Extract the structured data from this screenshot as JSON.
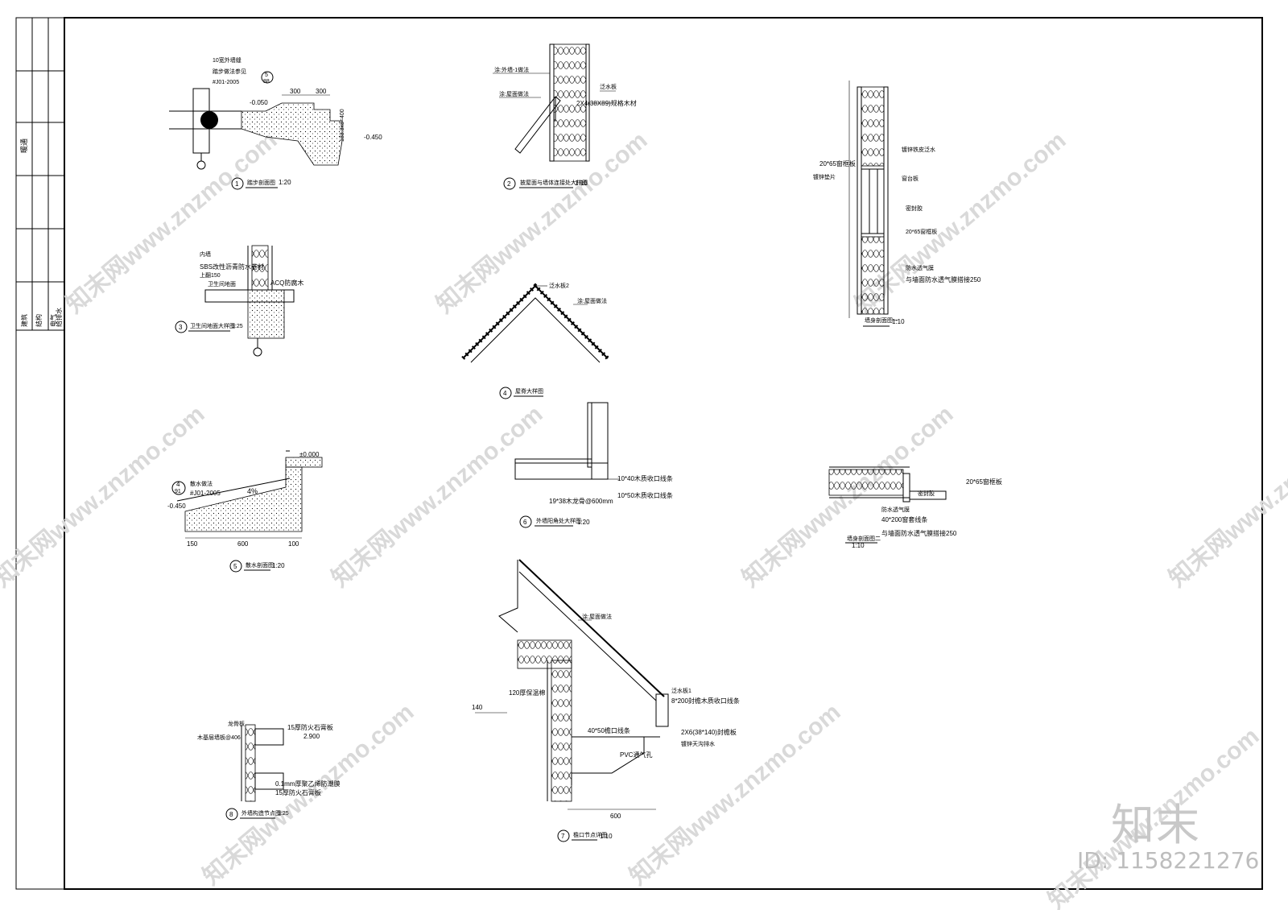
{
  "title_block": {
    "stamp_label": "暖通",
    "rows": [
      "建筑",
      "结构",
      "电气",
      "给排水"
    ]
  },
  "details": [
    {
      "id": "1",
      "label": "踏步剖面图",
      "scale": "1:20",
      "notes": [
        "10宽外墙缝",
        "踏步做法参见",
        "#J01-2005",
        "5",
        "88"
      ],
      "dims": [
        "300",
        "300",
        "-0.050",
        "-0.450",
        "133.3x3=400"
      ]
    },
    {
      "id": "2",
      "label": "披屋面与墙体连接处大样图",
      "scale": "1:10",
      "notes": [
        "涂:外墙-1做法",
        "泛水板",
        "涂:屋面做法",
        "2X4(38X89)规格木材"
      ]
    },
    {
      "id": "3",
      "label": "卫生间地面大样图",
      "scale": "1:25",
      "notes": [
        "内墙",
        "SBS改性沥青防水卷材",
        "上翻150",
        "卫生间地面",
        "ACQ防腐木"
      ]
    },
    {
      "id": "4",
      "label": "屋脊大样图",
      "scale": "",
      "notes": [
        "泛水板2",
        "涂:屋面做法"
      ]
    },
    {
      "id": "5",
      "label": "散水剖面图",
      "scale": "1:20",
      "notes": [
        "散水做法",
        "#J01-2005",
        "4",
        "91"
      ],
      "dims": [
        "±0.000",
        "-0.450",
        "4%",
        "150",
        "600",
        "100"
      ]
    },
    {
      "id": "6",
      "label": "外墙阳角处大样图",
      "scale": "1:20",
      "notes": [
        "10*40木质收口线条",
        "10*50木质收口线条",
        "19*38木龙骨@600mm"
      ]
    },
    {
      "id": "7",
      "label": "檐口节点详图",
      "scale": "1:10",
      "notes": [
        "涂:屋面做法",
        "泛水板1",
        "8*200封檐木质收口线条",
        "2X6(38*140)封檐板",
        "镀锌天沟排水",
        "40*50檐口线条",
        "PVC通气孔",
        "120厚保温棉"
      ],
      "dims": [
        "140",
        "600"
      ]
    },
    {
      "id": "8",
      "label": "外墙构造节点图",
      "scale": "1:25",
      "notes": [
        "龙骨板",
        "木基层墙板@406",
        "15厚防火石膏板",
        "0.1mm厚聚乙烯防潮膜",
        "15厚防火石膏板"
      ],
      "dims": [
        "2.900"
      ]
    },
    {
      "id": "w1",
      "label": "墙身剖面图一",
      "scale": "1:10",
      "notes": [
        "镀锌铁皮泛水",
        "20*65窗框板",
        "镀锌垫片",
        "窗台板",
        "密封胶",
        "20*65窗框板",
        "防水透气膜",
        "与墙面防水透气膜搭接250"
      ]
    },
    {
      "id": "w2",
      "label": "墙身剖面图二",
      "scale": "1:10",
      "notes": [
        "20*65窗框板",
        "密封胶",
        "防水透气膜",
        "40*200窗套线条",
        "与墙面防水透气膜搭接250"
      ]
    }
  ],
  "watermark": {
    "text": "知末网www.znzmo.com",
    "logo": "知末",
    "id": "ID: 1158221276"
  }
}
